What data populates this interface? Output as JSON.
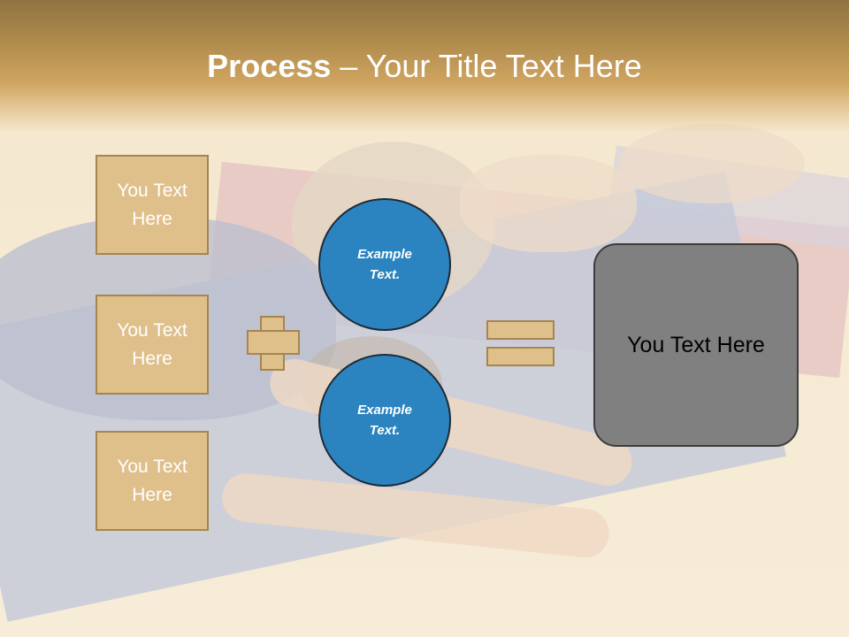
{
  "slide": {
    "title_bold": "Process",
    "title_dash": " – ",
    "title_rest": "Your Title Text Here"
  },
  "inputs": [
    {
      "line1": "You Text",
      "line2": "Here"
    },
    {
      "line1": "You Text",
      "line2": "Here"
    },
    {
      "line1": "You Text",
      "line2": "Here"
    }
  ],
  "circles": [
    {
      "line1": "Example",
      "line2": "Text."
    },
    {
      "line1": "Example",
      "line2": "Text."
    }
  ],
  "result": {
    "text": "You Text Here"
  },
  "colors": {
    "header_gold": "#cfa460",
    "box_tan": "#dfbf8a",
    "box_border": "#a58550",
    "circle_blue": "#2b84bf",
    "result_gray": "#808080"
  }
}
